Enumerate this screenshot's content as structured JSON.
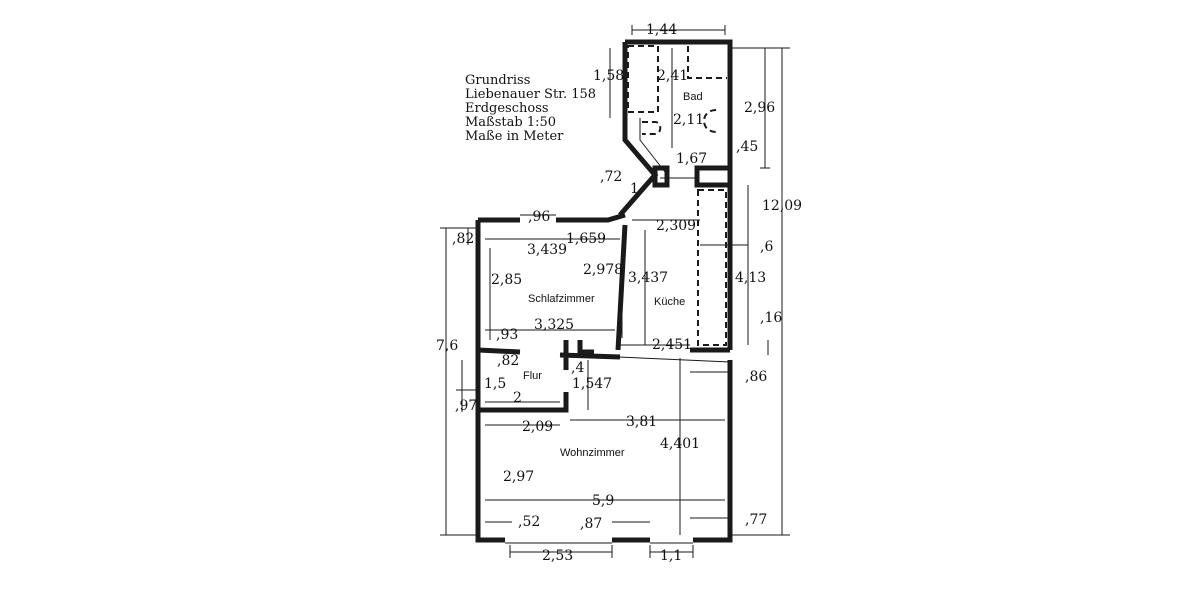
{
  "title_block": {
    "line1": "Grundriss",
    "line2": "Liebenauer Str. 158",
    "line3": "Erdgeschoss",
    "line4": "Maßstab 1:50",
    "line5": "Maße in Meter"
  },
  "rooms": {
    "bad": "Bad",
    "kueche": "Küche",
    "schlafzimmer": "Schlafzimmer",
    "flur": "Flur",
    "wohnzimmer": "Wohnzimmer"
  },
  "dims": {
    "d_1_44": "1,44",
    "d_1_58": "1,58",
    "d_2_41": "2,41",
    "d_2_96": "2,96",
    "d_2_11": "2,11",
    "d_045": ",45",
    "d_1_67": "1,67",
    "d_072": ",72",
    "d_1": "1",
    "d_12_09": "12,09",
    "d_096": ",96",
    "d_2_309": "2,309",
    "d_082a": ",82",
    "d_3_439": "3,439",
    "d_1_659": "1,659",
    "d_06": ",6",
    "d_2_85": "2,85",
    "d_2_978": "2,978",
    "d_3_437": "3,437",
    "d_4_13": "4,13",
    "d_7_6": "7,6",
    "d_016": ",16",
    "d_093": ",93",
    "d_3_325": "3,325",
    "d_2_451": "2,451",
    "d_082b": ",82",
    "d_04": ",4",
    "d_086": ",86",
    "d_1_5": "1,5",
    "d_1_547": "1,547",
    "d_097": ",97",
    "d_2": "2",
    "d_3_81": "3,81",
    "d_2_09": "2,09",
    "d_4_401": "4,401",
    "d_2_97": "2,97",
    "d_5_9": "5,9",
    "d_052": ",52",
    "d_087": ",87",
    "d_077": ",77",
    "d_2_53": "2,53",
    "d_1_1": "1,1"
  }
}
